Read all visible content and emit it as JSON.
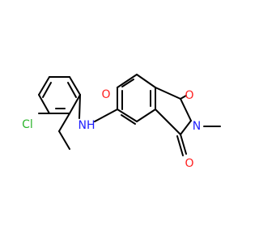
{
  "molecule": {
    "atoms": {
      "cl": "Cl",
      "nh": "NH",
      "amide_o": "O",
      "imide_n": "N",
      "imide_o_top": "O",
      "imide_o_bottom": "O"
    },
    "colors": {
      "bond": "#000000",
      "chlorine": "#2db52d",
      "nitrogen": "#1f1fff",
      "oxygen": "#ff1f1f"
    }
  }
}
